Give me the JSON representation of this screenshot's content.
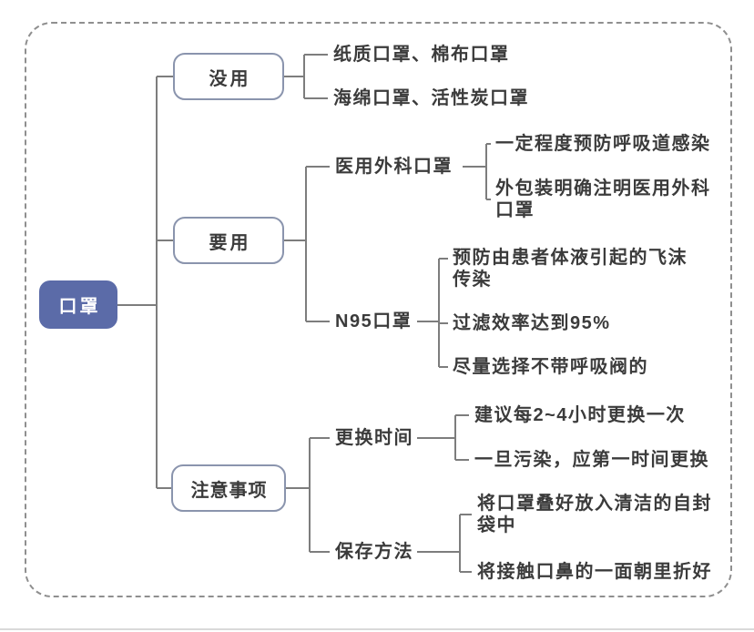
{
  "colors": {
    "root_fill": "#5b6ba8",
    "root_text": "#ffffff",
    "branch_box_border": "#8a94ad",
    "connector_line": "#7d7d7d",
    "text": "#3b3b3b",
    "dashed_border": "#8f8f8f"
  },
  "mindmap": {
    "root": {
      "label": "口罩"
    },
    "branches": [
      {
        "label": "没用",
        "children": [
          {
            "label": "纸质口罩、棉布口罩"
          },
          {
            "label": "海绵口罩、活性炭口罩"
          }
        ]
      },
      {
        "label": "要用",
        "children": [
          {
            "label": "医用外科口罩",
            "children": [
              {
                "label": "一定程度预防呼吸道感染"
              },
              {
                "label": "外包装明确注明医用外科\n口罩"
              }
            ]
          },
          {
            "label": "N95口罩",
            "children": [
              {
                "label": "预防由患者体液引起的飞沫\n传染"
              },
              {
                "label": "过滤效率达到95%"
              },
              {
                "label": "尽量选择不带呼吸阀的"
              }
            ]
          }
        ]
      },
      {
        "label": "注意事项",
        "children": [
          {
            "label": "更换时间",
            "children": [
              {
                "label": "建议每2~4小时更换一次"
              },
              {
                "label": "一旦污染，应第一时间更换"
              }
            ]
          },
          {
            "label": "保存方法",
            "children": [
              {
                "label": "将口罩叠好放入清洁的自封\n袋中"
              },
              {
                "label": "将接触口鼻的一面朝里折好"
              }
            ]
          }
        ]
      }
    ]
  }
}
